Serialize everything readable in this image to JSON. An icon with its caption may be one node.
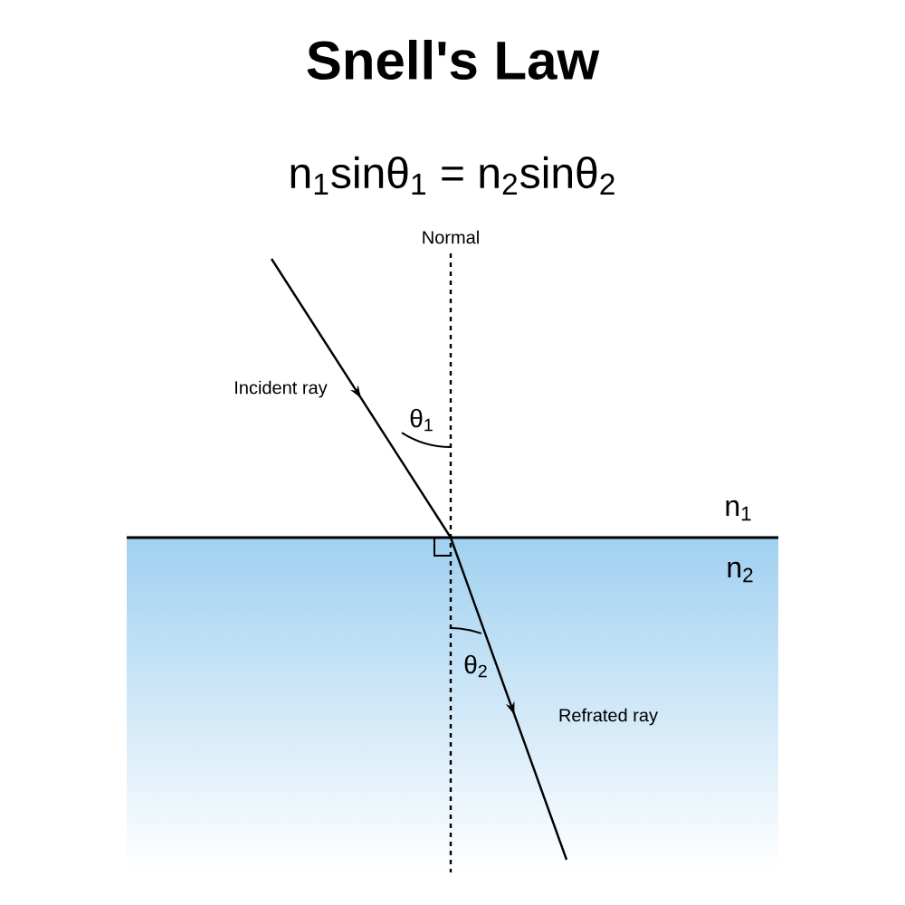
{
  "diagram": {
    "title": "Snell's Law",
    "labels": [
      "n$_{1}$sinθ$_{1}$ = n$_{2}$sinθ$_{2}$",
      "Normal",
      "Incident ray",
      "θ$_{1}$",
      "n$_{1}$",
      "n$_{2}$",
      "θ$_{2}$",
      "Refrated ray"
    ]
  }
}
